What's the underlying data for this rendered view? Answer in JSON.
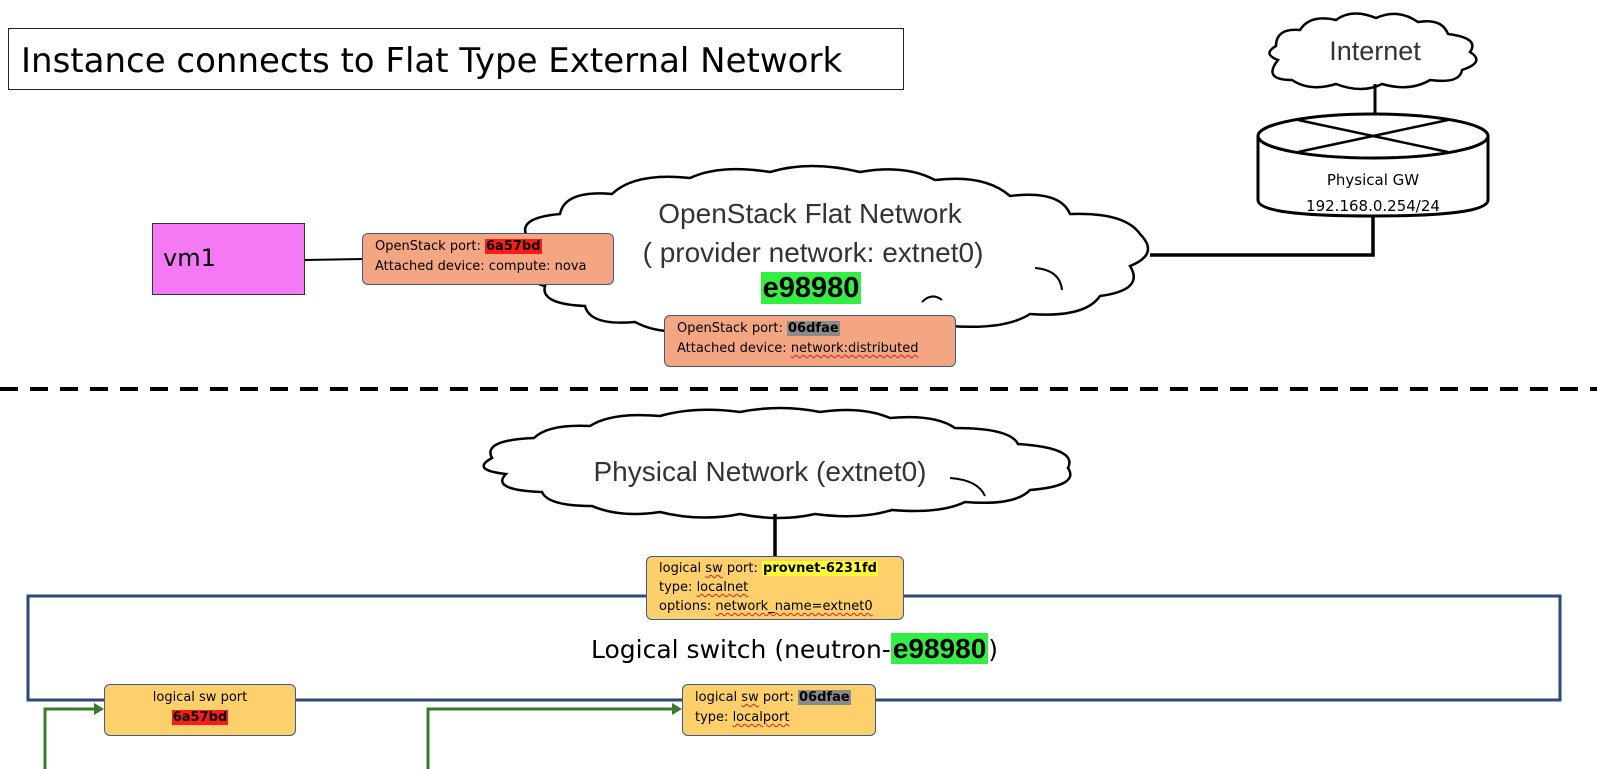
{
  "title": "Instance connects to Flat Type External Network",
  "vm": {
    "label": "vm1"
  },
  "internet": {
    "label": "Internet"
  },
  "gateway": {
    "name": "Physical GW",
    "ip": "192.168.0.254/24"
  },
  "flat_network": {
    "line1": "OpenStack Flat Network",
    "line2": "( provider network: extnet0)",
    "id": "e98980"
  },
  "port_vm": {
    "prefix": "OpenStack port: ",
    "id": "6a57bd",
    "device": "Attached device: compute: nova"
  },
  "port_dist": {
    "prefix": "OpenStack port: ",
    "id": "06dfae",
    "device_prefix": "Attached device: ",
    "device": "network:distributed"
  },
  "physical_network": {
    "label": "Physical Network (extnet0)"
  },
  "provnet_port": {
    "w1": "logical",
    "w2": "sw",
    "w3": "port: ",
    "id": "provnet-6231fd",
    "type_prefix": "type: ",
    "type": "localnet",
    "options_prefix": "options: ",
    "options": "network_name=extnet0"
  },
  "logical_switch": {
    "prefix": "Logical switch (neutron-",
    "id": "e98980",
    "suffix": ")"
  },
  "lsp_vm": {
    "label": "logical sw port",
    "id": "6a57bd"
  },
  "lsp_dist": {
    "w1": "logical",
    "w2": "sw",
    "w3": "port: ",
    "id": "06dfae",
    "type_prefix": "type: ",
    "type": "localport"
  },
  "colors": {
    "vm_fill": "#f579f5",
    "port_salmon": "#f4a582",
    "port_yellow": "#fdd06b",
    "switch_border": "#2b4a7a",
    "arrow_green": "#3a7a2a",
    "highlight_red": "#ff1a1a",
    "highlight_gray": "#8a8a8a",
    "highlight_yellow": "#ffff33",
    "highlight_green": "#33ee44"
  }
}
